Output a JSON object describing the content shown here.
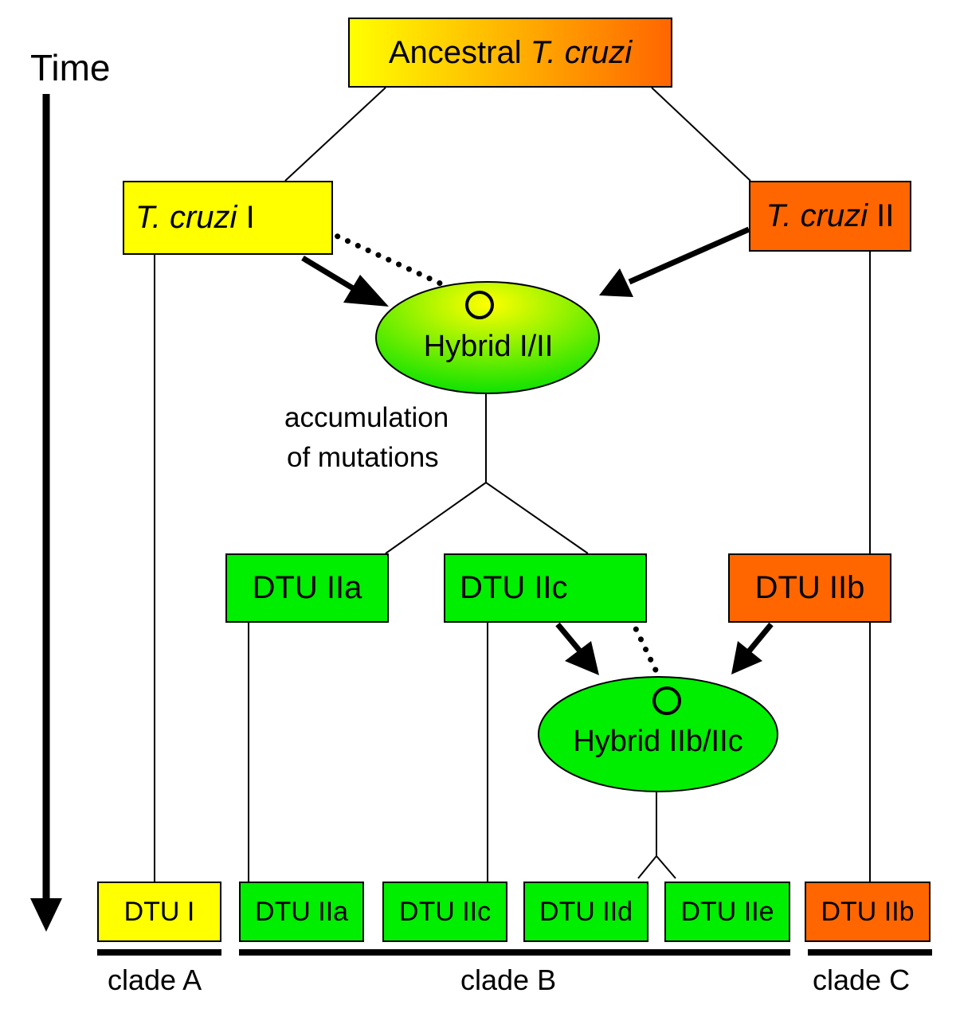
{
  "time_label": "Time",
  "colors": {
    "yellow": "#ffff00",
    "orange": "#ff6600",
    "green": "#00ee00",
    "line": "#000000"
  },
  "nodes": {
    "ancestral": {
      "prefix": "Ancestral ",
      "italic": "T. cruzi"
    },
    "tcruzi_I": {
      "italic": "T. cruzi",
      "suffix": " I"
    },
    "tcruzi_II": {
      "italic": "T. cruzi",
      "suffix": " II"
    },
    "hybrid_I_II": "Hybrid I/II",
    "dtu_IIa": "DTU IIa",
    "dtu_IIc": "DTU IIc",
    "dtu_IIb": "DTU IIb",
    "hybrid_IIb_IIc": "Hybrid IIb/IIc"
  },
  "annotation": {
    "line1": "accumulation",
    "line2": "of mutations"
  },
  "leaves": [
    "DTU I",
    "DTU IIa",
    "DTU IIc",
    "DTU IId",
    "DTU IIe",
    "DTU IIb"
  ],
  "clades": {
    "a": "clade A",
    "b": "clade B",
    "c": "clade C"
  }
}
